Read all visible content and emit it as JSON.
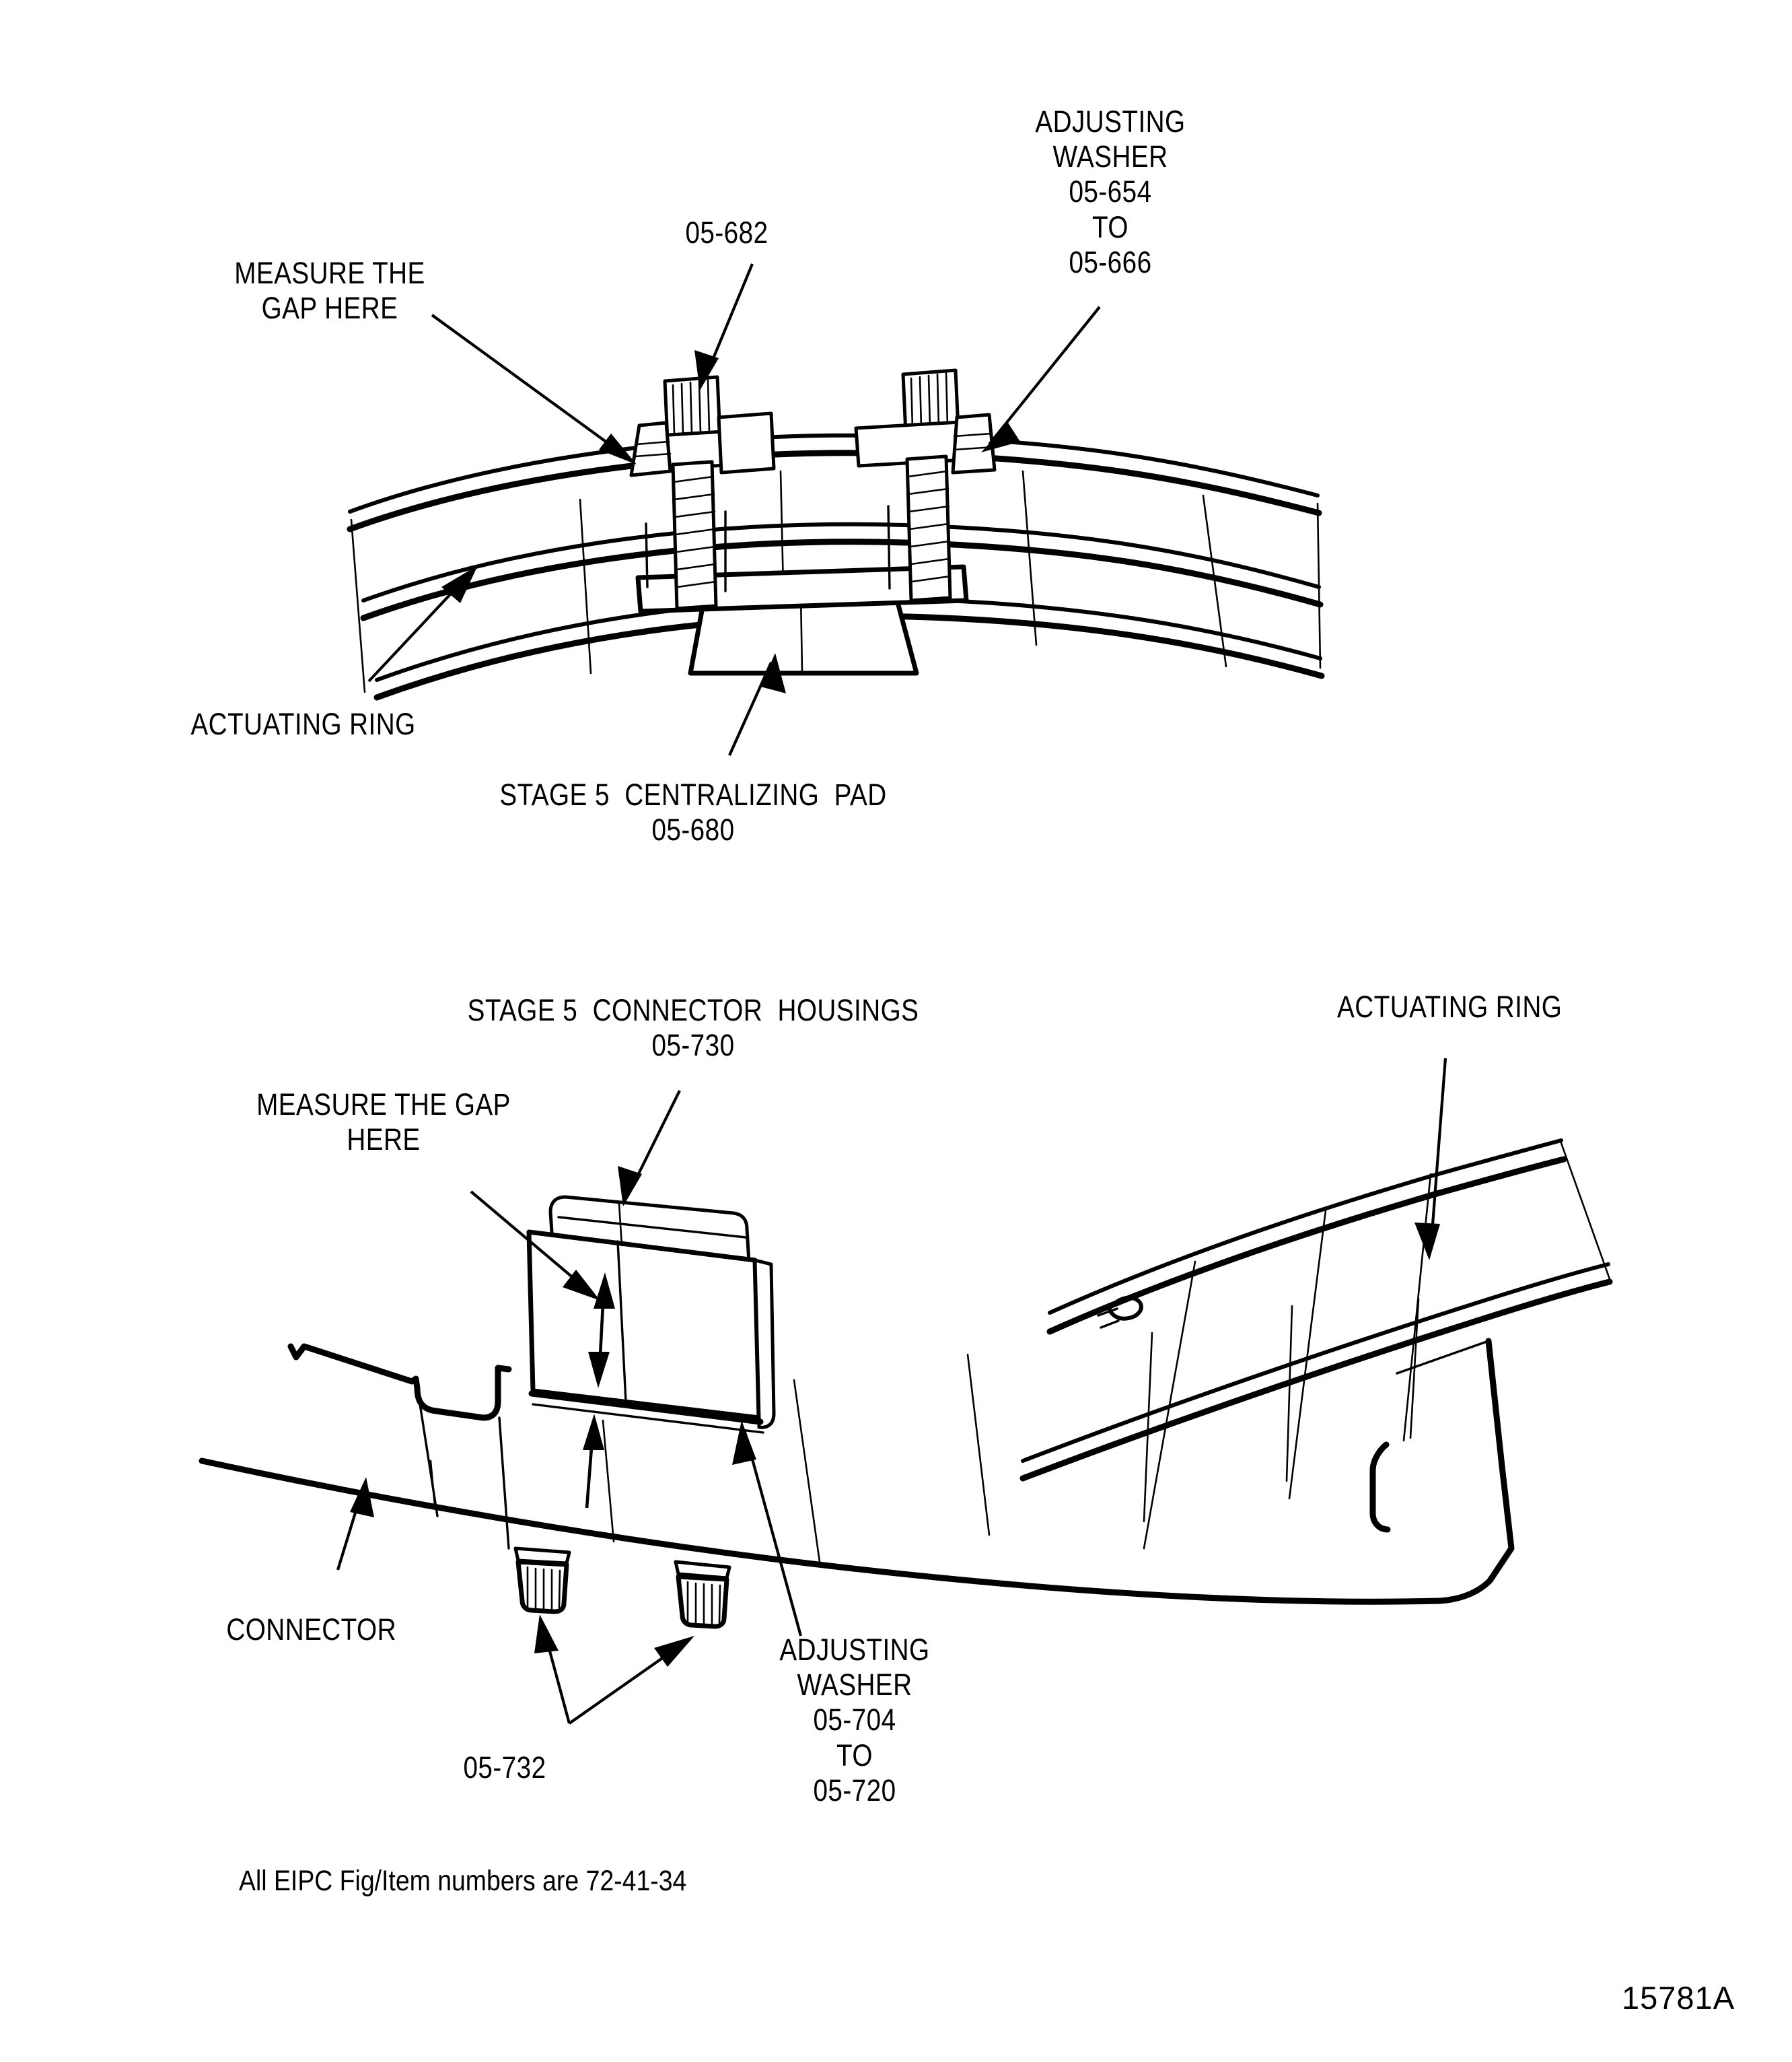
{
  "document": {
    "figure_id": "15781A",
    "footnote": "All EIPC Fig/Item numbers are 72-41-34"
  },
  "upper_view": {
    "name": "stage-5-centralizing-pad-view",
    "labels": {
      "measure_gap": "MEASURE THE\nGAP HERE",
      "bolt_part": "05-682",
      "adjusting_washer": "ADJUSTING\nWASHER\n05-654\nTO\n05-666",
      "actuating_ring": "ACTUATING RING",
      "centralizing_pad": "STAGE 5  CENTRALIZING  PAD\n05-680"
    }
  },
  "lower_view": {
    "name": "stage-5-connector-housing-view",
    "labels": {
      "connector_housings": "STAGE 5  CONNECTOR  HOUSINGS\n05-730",
      "measure_gap": "MEASURE THE GAP\nHERE",
      "actuating_ring": "ACTUATING RING",
      "connector": "CONNECTOR",
      "bolt_part": "05-732",
      "adjusting_washer": "ADJUSTING\nWASHER\n05-704\nTO\n05-720"
    }
  },
  "parts": [
    {
      "number": "05-682",
      "name": "Bolt",
      "view": "upper"
    },
    {
      "number": "05-654",
      "name": "Adjusting washer (range start)",
      "view": "upper"
    },
    {
      "number": "05-666",
      "name": "Adjusting washer (range end)",
      "view": "upper"
    },
    {
      "number": "05-680",
      "name": "Stage 5 centralizing pad",
      "view": "upper"
    },
    {
      "number": "05-730",
      "name": "Stage 5 connector housings",
      "view": "lower"
    },
    {
      "number": "05-732",
      "name": "Bolt",
      "view": "lower"
    },
    {
      "number": "05-704",
      "name": "Adjusting washer (range start)",
      "view": "lower"
    },
    {
      "number": "05-720",
      "name": "Adjusting washer (range end)",
      "view": "lower"
    }
  ],
  "colors": {
    "ink": "#000000",
    "paper": "#ffffff"
  }
}
